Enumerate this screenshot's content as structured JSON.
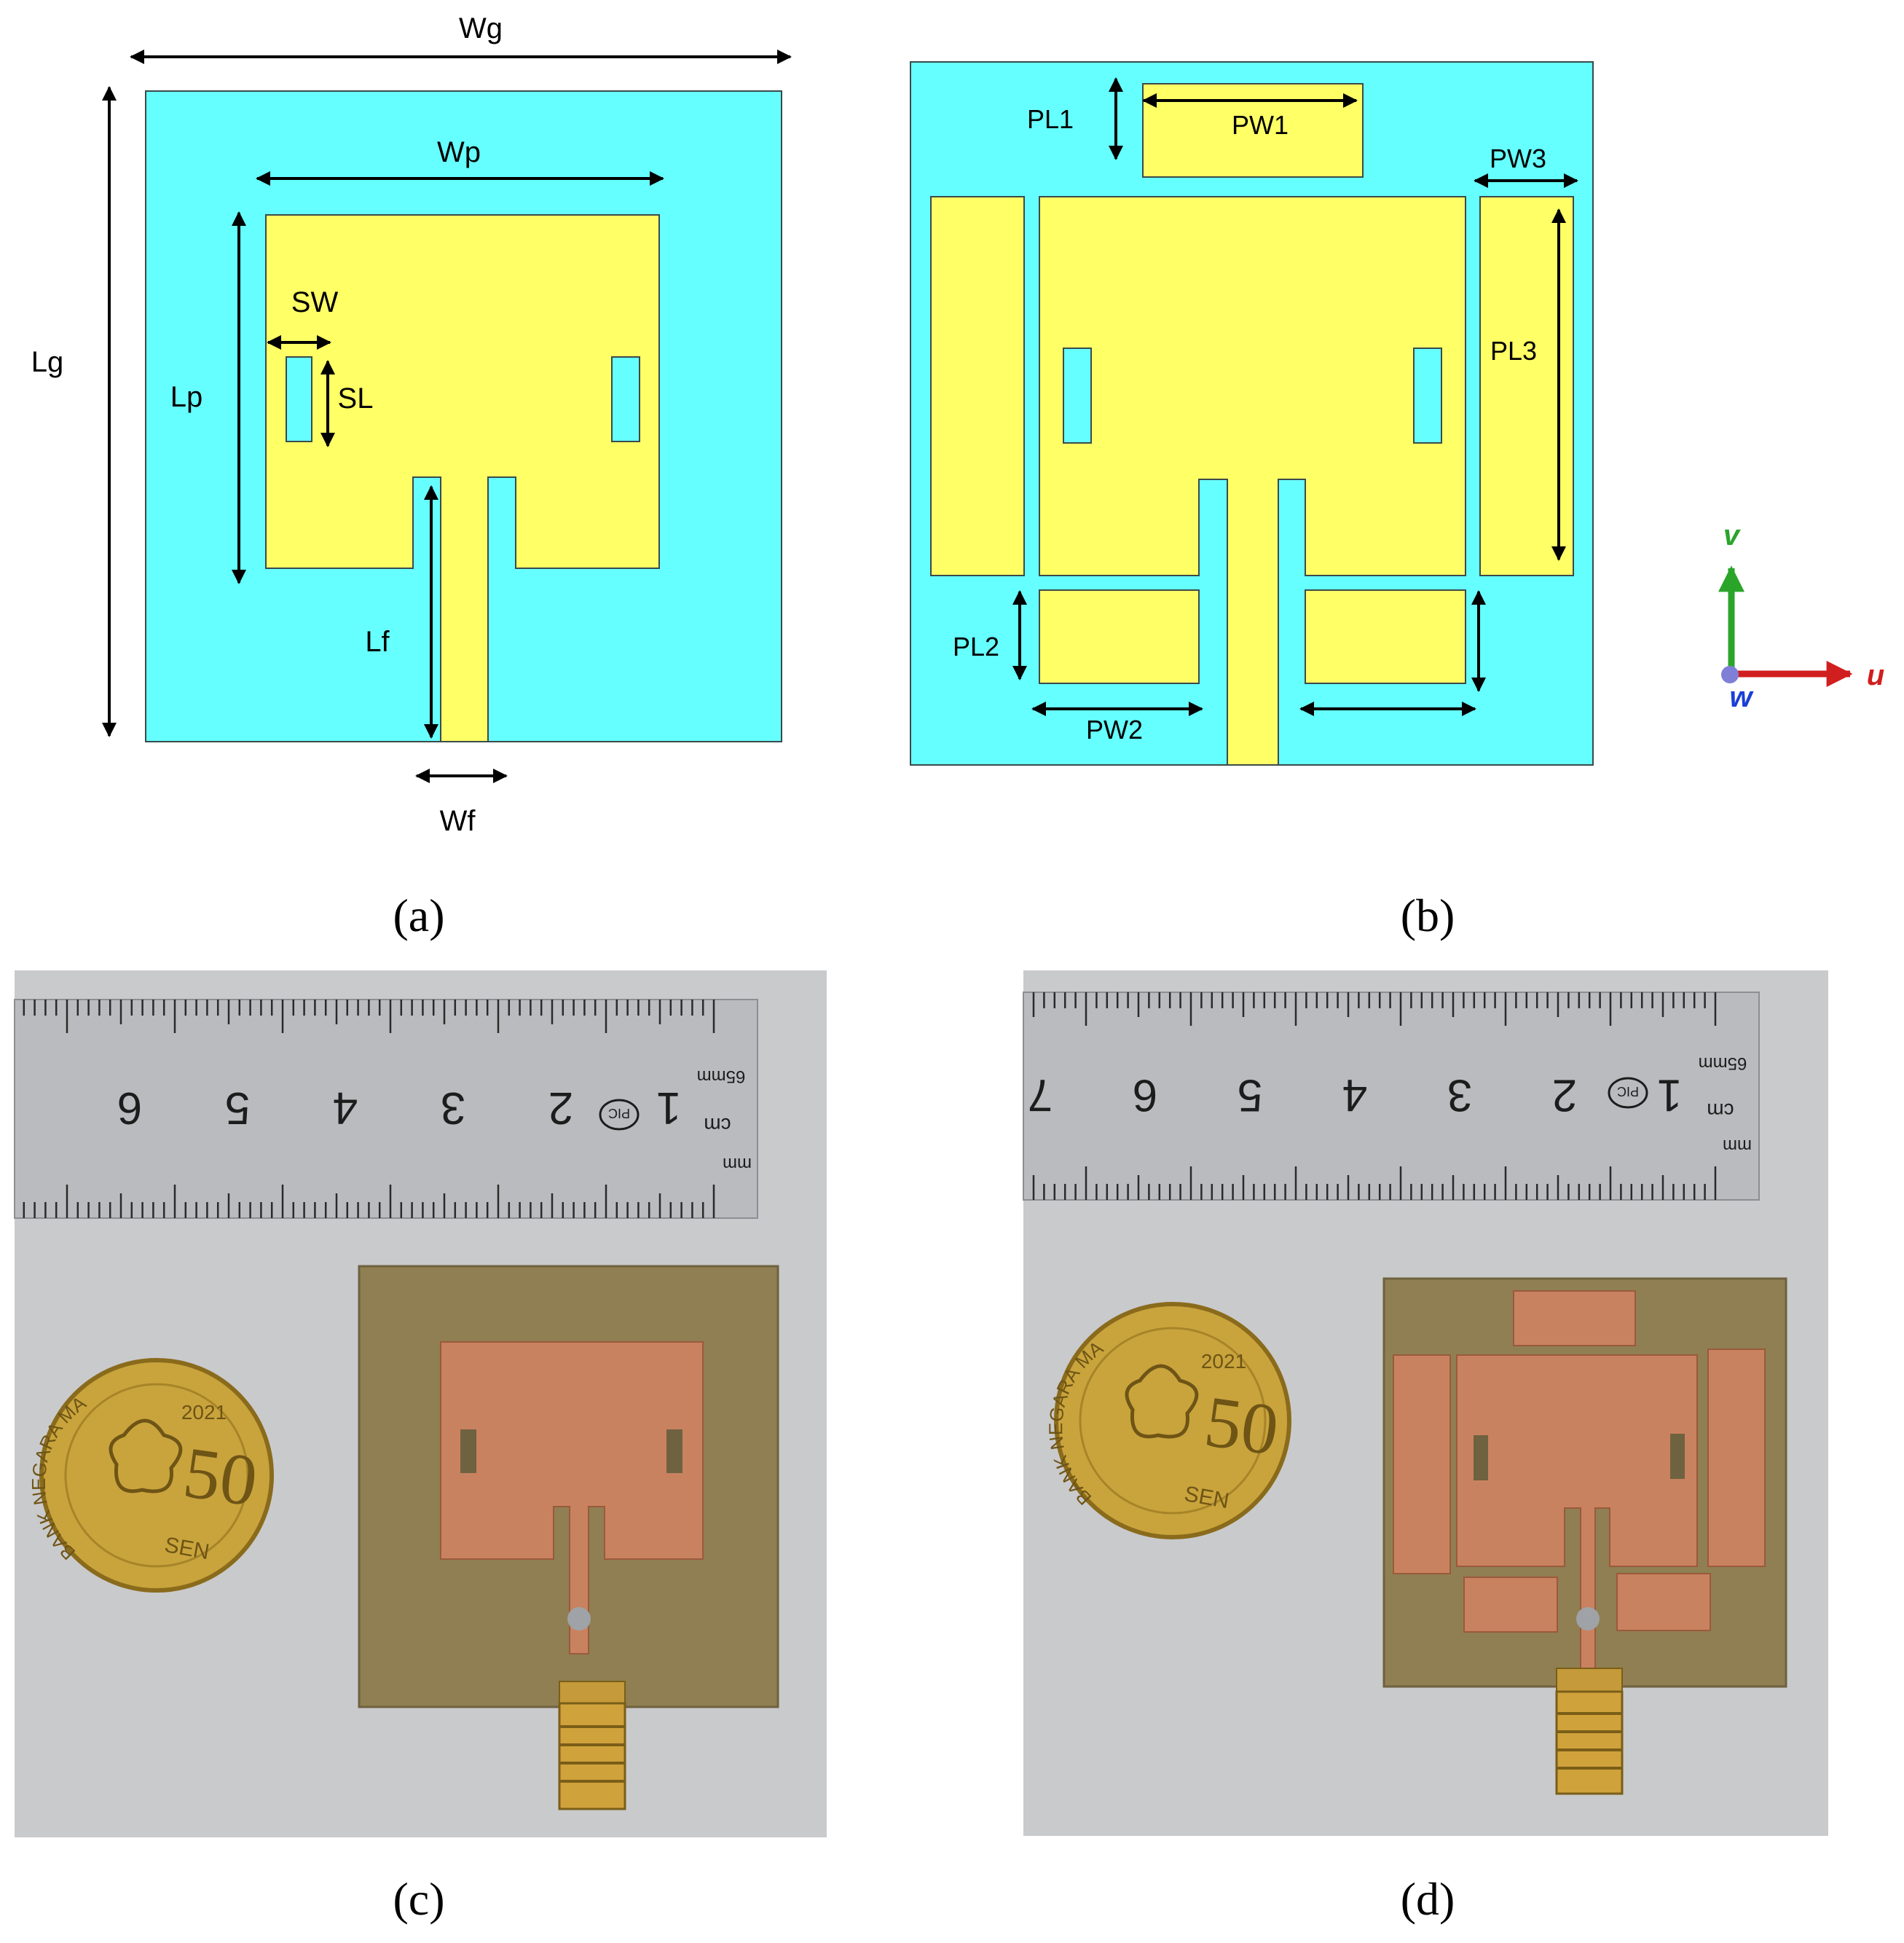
{
  "colors": {
    "substrate": "#66ffff",
    "copper": "#ffff66",
    "outline": "#3b4a4a",
    "photo_bg": "#c9cacc",
    "fr4": "#8f7f52",
    "pcb_copper": "#c9825f",
    "coin": "#c9a43c",
    "axis_v": "#2aa52a",
    "axis_u": "#d11e1e",
    "axis_w": "#1a3fd6"
  },
  "panel_a": {
    "labels": {
      "wg": "Wg",
      "lg": "Lg",
      "wp": "Wp",
      "lp": "Lp",
      "sw": "SW",
      "sl": "SL",
      "lf": "Lf",
      "wf": "Wf"
    },
    "caption": "(a)"
  },
  "panel_b": {
    "labels": {
      "pl1": "PL1",
      "pw1": "PW1",
      "pw3": "PW3",
      "pl3": "PL3",
      "pl2": "PL2",
      "pw2": "PW2"
    },
    "axes": {
      "v": "v",
      "u": "u",
      "w": "w"
    },
    "caption": "(b)"
  },
  "panel_c": {
    "ruler": {
      "numbers": [
        "1",
        "2",
        "3",
        "4",
        "5",
        "6"
      ],
      "cm": "cm",
      "mm": "mm",
      "mark": "65mm",
      "brand": "PIC"
    },
    "coin": {
      "denomination": "50",
      "unit": "SEN",
      "year": "2021",
      "legend": "BANK NEGARA MALAYSIA"
    },
    "caption": "(c)"
  },
  "panel_d": {
    "ruler": {
      "numbers": [
        "1",
        "2",
        "3",
        "4",
        "5",
        "6",
        "7"
      ],
      "cm": "cm",
      "mm": "mm",
      "mark": "65mm",
      "brand": "PIC"
    },
    "coin": {
      "denomination": "50",
      "unit": "SEN",
      "year": "2021",
      "legend": "BANK NEGARA MALAYSIA"
    },
    "caption": "(d)"
  }
}
